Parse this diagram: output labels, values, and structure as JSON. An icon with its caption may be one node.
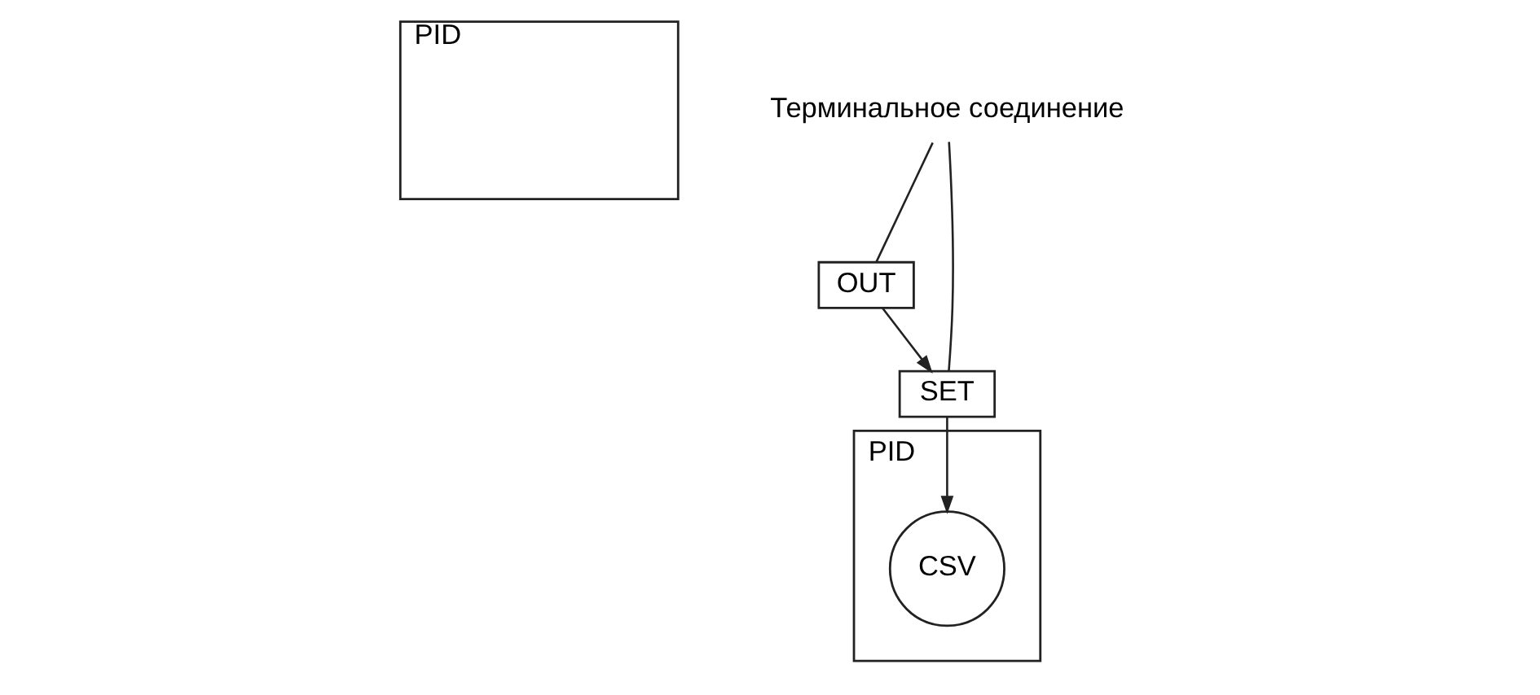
{
  "diagram": {
    "nodes": [
      {
        "text": [
          "PID"
        ]
      },
      {
        "text": [
          "OUT"
        ]
      },
      {
        "text": [
          "Терминальное соединение"
        ]
      },
      {
        "text": [
          "PID"
        ]
      },
      {
        "text": [
          "SET"
        ]
      },
      {
        "text": [
          "CSV"
        ],
        "in": 3
      }
    ],
    "edges": [
      {
        "from": 1,
        "to": 4,
        "arrow": "to"
      },
      {
        "from": 4,
        "to": 5,
        "arrow": "to"
      },
      {
        "from": 2,
        "to": 1,
        "arrow": "none"
      },
      {
        "from": 2,
        "to": 4,
        "arrow": "none"
      }
    ]
  }
}
